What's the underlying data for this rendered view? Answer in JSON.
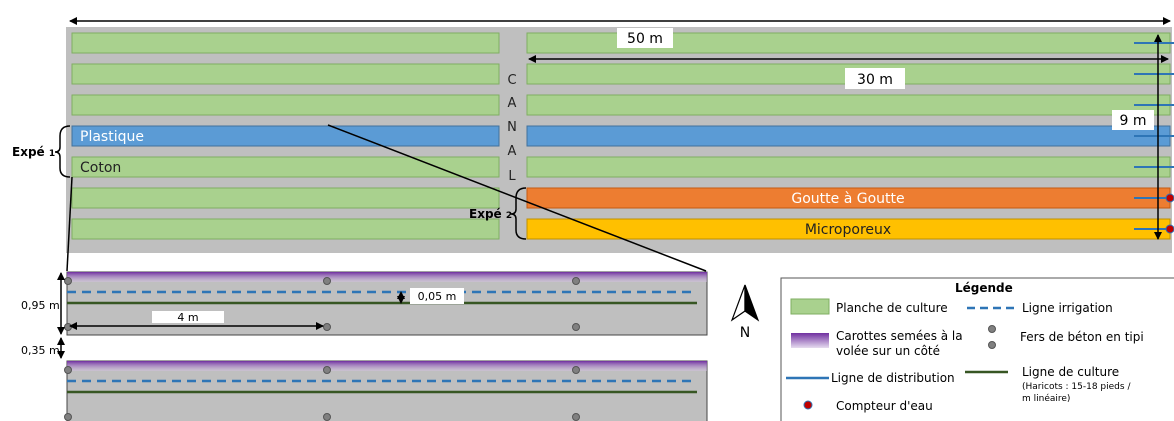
{
  "canal": {
    "letters": [
      "C",
      "A",
      "N",
      "A",
      "L"
    ]
  },
  "dimensions": {
    "total_length": "50 m",
    "right_length": "30 m",
    "width": "9 m",
    "bed_width": "0,95 m",
    "path_width": "0,35 m",
    "row_offset": "0,05 m",
    "pole_spacing": "4 m"
  },
  "experiments": {
    "expe1": {
      "label": "Expé",
      "num": "1",
      "plastique": "Plastique",
      "coton": "Coton"
    },
    "expe2": {
      "label": "Expé",
      "num": "2",
      "goutte": "Goutte à Goutte",
      "microporeux": "Microporeux"
    }
  },
  "compass": {
    "letter": "N"
  },
  "legend": {
    "title": "Légende",
    "planche": "Planche de culture",
    "irrigation": "Ligne irrigation",
    "carottes_1": "Carottes semées à la",
    "carottes_2": "volée sur un côté",
    "fers": "Fers de béton en tipi",
    "distribution": "Ligne de distribution",
    "culture": "Ligne de culture",
    "culture_note_1": "(Haricots : 15-18 pieds /",
    "culture_note_2": "m linéaire)",
    "compteur": "Compteur d'eau"
  },
  "colors": {
    "bed_green": "#a9d18e",
    "bed_border": "#7fae62",
    "plastique_blue": "#5b9bd5",
    "goutte_orange": "#ed7d31",
    "microporeux_yellow": "#ffc000",
    "ground_grey": "#bfbfbf",
    "distribution_blue": "#2e75b6",
    "crop_line": "#375623",
    "carrot_purple": "#7030a0",
    "meter_red": "#c00000"
  }
}
